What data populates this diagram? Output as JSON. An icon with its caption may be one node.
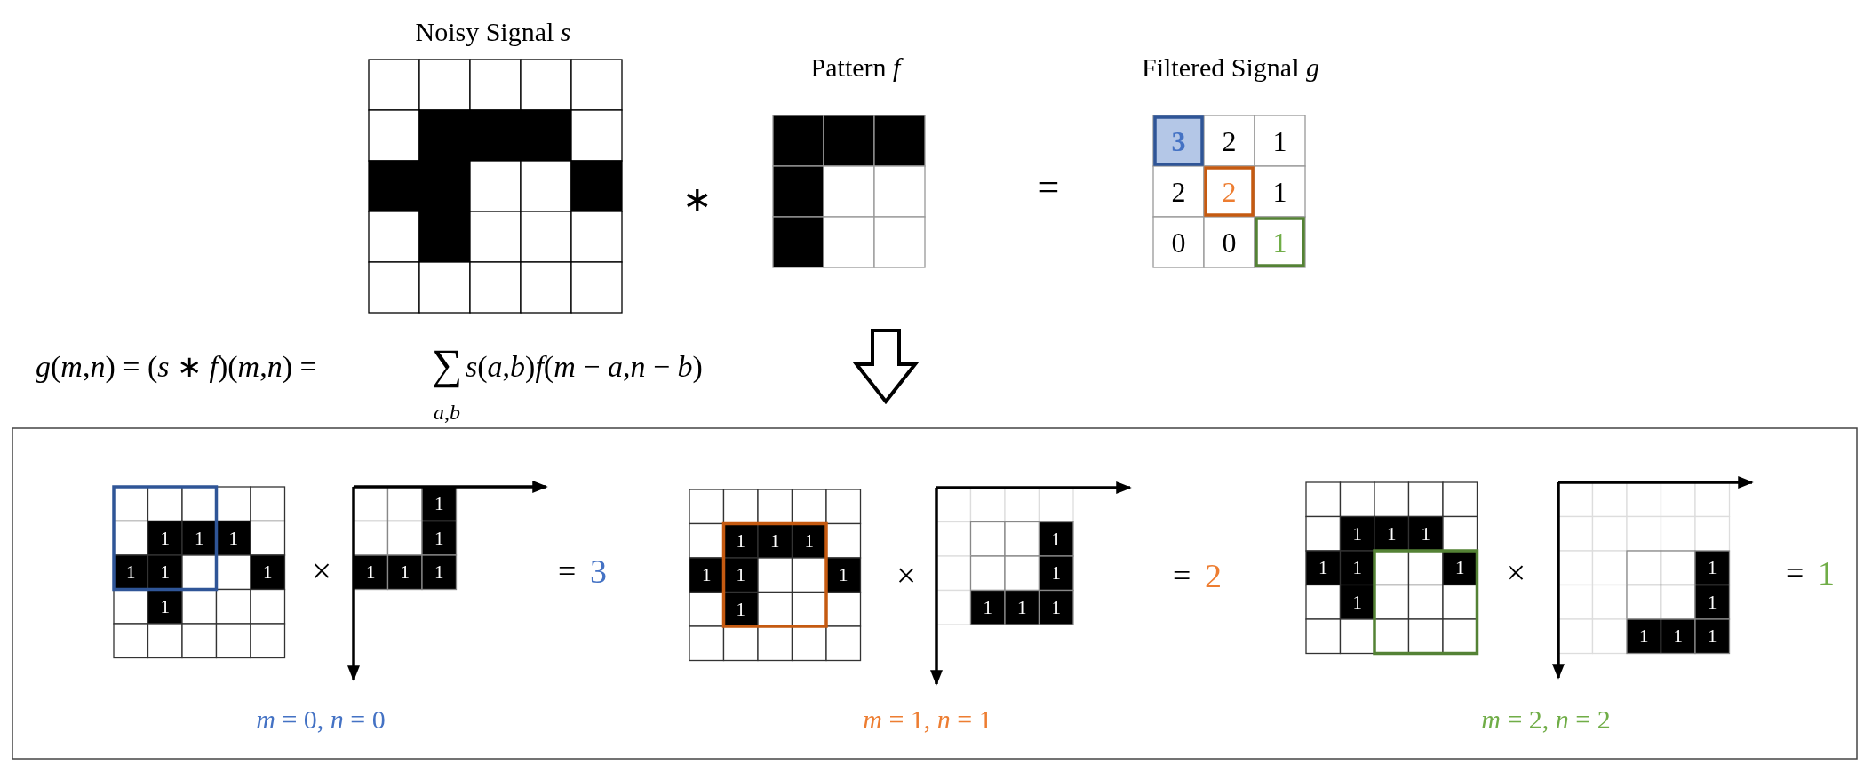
{
  "diagram": {
    "labels": [
      "Noisy Signal *s*",
      "Pattern *f*",
      "Filtered Signal *g*",
      "∗",
      "=",
      "3",
      "2",
      "1",
      "2",
      "2",
      "1",
      "0",
      "0",
      "1",
      "*g*(*m*,*n*) = (*s* ∗ *f*)(*m*,*n*) =",
      "∑",
      "*a*,*b*",
      "*s*(*a*,*b*)*f*(*m* − *a*,*n* − *b*)",
      "1",
      "1",
      "1",
      "1",
      "1",
      "1",
      "1",
      "×",
      "1",
      "1",
      "1",
      "1",
      "1",
      "=",
      "3",
      "*m* = 0, *n* = 0",
      "1",
      "1",
      "1",
      "1",
      "1",
      "1",
      "1",
      "×",
      "1",
      "1",
      "1",
      "1",
      "1",
      "=",
      "2",
      "*m* = 1, *n* = 1",
      "1",
      "1",
      "1",
      "1",
      "1",
      "1",
      "1",
      "×",
      "1",
      "1",
      "1",
      "1",
      "1",
      "=",
      "1",
      "*m* = 2, *n* = 2"
    ]
  }
}
